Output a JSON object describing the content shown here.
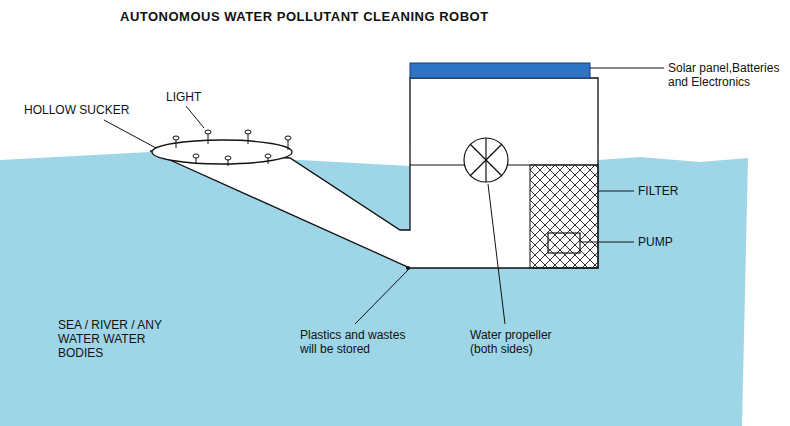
{
  "diagram": {
    "title": "AUTONOMOUS WATER POLLUTANT CLEANING ROBOT",
    "labels": [
      "LIGHT",
      "HOLLOW SUCKER",
      "Solar panel,Batteries and Electronics",
      "FILTER",
      "PUMP",
      "SEA / RIVER / ANY WATER WATER BODIES",
      "Plastics and wastes will be stored",
      "Water propeller (both sides)"
    ]
  }
}
